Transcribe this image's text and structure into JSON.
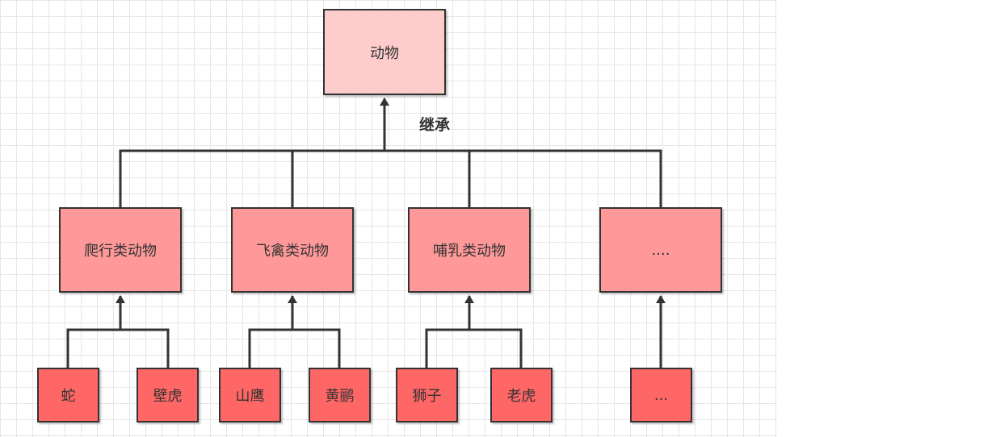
{
  "diagram": {
    "root": {
      "label": "动物"
    },
    "edge_label": "继承",
    "categories": [
      {
        "label": "爬行类动物",
        "children": [
          "蛇",
          "壁虎"
        ]
      },
      {
        "label": "飞禽类动物",
        "children": [
          "山鹰",
          "黄鹂"
        ]
      },
      {
        "label": "哺乳类动物",
        "children": [
          "狮子",
          "老虎"
        ]
      },
      {
        "label": "....",
        "children": [
          "..."
        ]
      }
    ]
  },
  "colors": {
    "root_fill": "#ffcccc",
    "category_fill": "#ff9999",
    "leaf_fill": "#ff6666",
    "stroke": "#333333",
    "grid": "#e6e6e6"
  }
}
